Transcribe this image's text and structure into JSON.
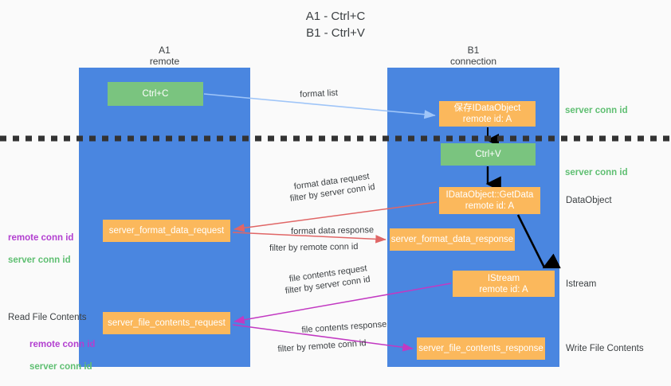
{
  "title": "A1 - Ctrl+C\nB1 - Ctrl+V",
  "columns": {
    "left": {
      "name": "A1",
      "role": "remote",
      "header": "A1\nremote"
    },
    "right": {
      "name": "B1",
      "role": "connection",
      "header": "B1\nconnection"
    }
  },
  "boxes": {
    "ctrl_c": "Ctrl+C",
    "save_idataobject": "保存IDataObject\nremote id: A",
    "ctrl_v": "Ctrl+V",
    "idataobject_getdata": "IDataObject::GetData\nremote id: A",
    "server_format_data_request": "server_format_data_request",
    "server_format_data_response": "server_format_data_response",
    "istream": "IStream\nremote id: A",
    "server_file_contents_request": "server_file_contents_request",
    "server_file_contents_response": "server_file_contents_response"
  },
  "flow_labels": {
    "format_list": "format list",
    "format_data_request": "format data request",
    "format_data_request_filter_prefix": "filter by ",
    "format_data_request_filter_value": "server conn id",
    "format_data_response": "format data response",
    "format_data_response_filter_prefix": "filter by ",
    "format_data_response_filter_value": "remote conn id",
    "file_contents_request": "file contents request",
    "file_contents_request_filter_prefix": "filter by ",
    "file_contents_request_filter_value": "server conn id",
    "file_contents_response": "file contents response",
    "file_contents_response_filter_prefix": "filter by ",
    "file_contents_response_filter_value": "remote conn id"
  },
  "annotations": {
    "right": [
      "server conn id",
      "server conn id",
      "DataObject",
      "Istream",
      "Write File Contents"
    ],
    "left": {
      "conn_ids_top": "remote conn id\nserver conn id",
      "read_file_contents": "Read File Contents",
      "conn_ids_bottom": "remote conn id\nserver conn id"
    }
  },
  "colors": {
    "lane": "#4a86e0",
    "green_box": "#7ac47f",
    "orange_box": "#fbb85c",
    "server_conn_id": "#5fbf72",
    "remote_conn_id": "#b23fd0",
    "arrow_format_list": "#9fc5f8",
    "arrow_format_data": "#e06666",
    "arrow_file_contents": "#c239c2",
    "arrow_internal": "#000000",
    "divider": "#333333",
    "background": "#fafafa"
  }
}
